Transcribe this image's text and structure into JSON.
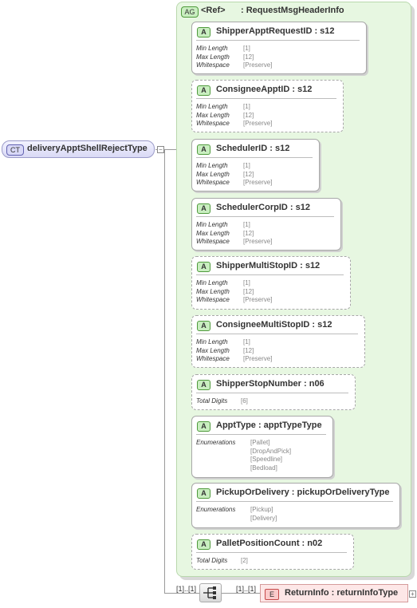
{
  "complex_type": {
    "badge": "CT",
    "name": "deliveryApptShellRejectType"
  },
  "attribute_group": {
    "badge": "AG",
    "ref": "<Ref>",
    "type": ": RequestMsgHeaderInfo"
  },
  "attributes": [
    {
      "badge": "A",
      "name": "ShipperApptRequestID : s12",
      "use": "required",
      "facets": [
        {
          "label": "Min Length",
          "values": [
            "[1]"
          ]
        },
        {
          "label": "Max Length",
          "values": [
            "[12]"
          ]
        },
        {
          "label": "Whitespace",
          "values": [
            "[Preserve]"
          ]
        }
      ]
    },
    {
      "badge": "A",
      "name": "ConsigneeApptID : s12",
      "use": "optional",
      "facets": [
        {
          "label": "Min Length",
          "values": [
            "[1]"
          ]
        },
        {
          "label": "Max Length",
          "values": [
            "[12]"
          ]
        },
        {
          "label": "Whitespace",
          "values": [
            "[Preserve]"
          ]
        }
      ]
    },
    {
      "badge": "A",
      "name": "SchedulerID : s12",
      "use": "required",
      "facets": [
        {
          "label": "Min Length",
          "values": [
            "[1]"
          ]
        },
        {
          "label": "Max Length",
          "values": [
            "[12]"
          ]
        },
        {
          "label": "Whitespace",
          "values": [
            "[Preserve]"
          ]
        }
      ]
    },
    {
      "badge": "A",
      "name": "SchedulerCorpID : s12",
      "use": "required",
      "facets": [
        {
          "label": "Min Length",
          "values": [
            "[1]"
          ]
        },
        {
          "label": "Max Length",
          "values": [
            "[12]"
          ]
        },
        {
          "label": "Whitespace",
          "values": [
            "[Preserve]"
          ]
        }
      ]
    },
    {
      "badge": "A",
      "name": "ShipperMultiStopID : s12",
      "use": "optional",
      "facets": [
        {
          "label": "Min Length",
          "values": [
            "[1]"
          ]
        },
        {
          "label": "Max Length",
          "values": [
            "[12]"
          ]
        },
        {
          "label": "Whitespace",
          "values": [
            "[Preserve]"
          ]
        }
      ]
    },
    {
      "badge": "A",
      "name": "ConsigneeMultiStopID : s12",
      "use": "optional",
      "facets": [
        {
          "label": "Min Length",
          "values": [
            "[1]"
          ]
        },
        {
          "label": "Max Length",
          "values": [
            "[12]"
          ]
        },
        {
          "label": "Whitespace",
          "values": [
            "[Preserve]"
          ]
        }
      ]
    },
    {
      "badge": "A",
      "name": "ShipperStopNumber : n06",
      "use": "optional",
      "facets": [
        {
          "label": "Total Digits",
          "values": [
            "[6]"
          ]
        }
      ]
    },
    {
      "badge": "A",
      "name": "ApptType : apptTypeType",
      "use": "required",
      "facets": [
        {
          "label": "Enumerations",
          "values": [
            "[Pallet]",
            "[DropAndPick]",
            "[Speedline]",
            "[Bedload]"
          ]
        }
      ]
    },
    {
      "badge": "A",
      "name": "PickupOrDelivery : pickupOrDeliveryType",
      "use": "required",
      "facets": [
        {
          "label": "Enumerations",
          "values": [
            "[Pickup]",
            "[Delivery]"
          ]
        }
      ]
    },
    {
      "badge": "A",
      "name": "PalletPositionCount : n02",
      "use": "optional",
      "facets": [
        {
          "label": "Total Digits",
          "values": [
            "[2]"
          ]
        }
      ]
    }
  ],
  "sequence": {
    "cardinality_left": "[1]..[1]",
    "cardinality_right": "[1]..[1]"
  },
  "element": {
    "badge": "E",
    "name": "ReturnInfo : returnInfoType"
  },
  "colors": {
    "complex_type": "#d9d9f5",
    "attribute_group": "#e7f7e1",
    "attribute_badge": "#c9eec0",
    "element": "#fde7e7"
  }
}
